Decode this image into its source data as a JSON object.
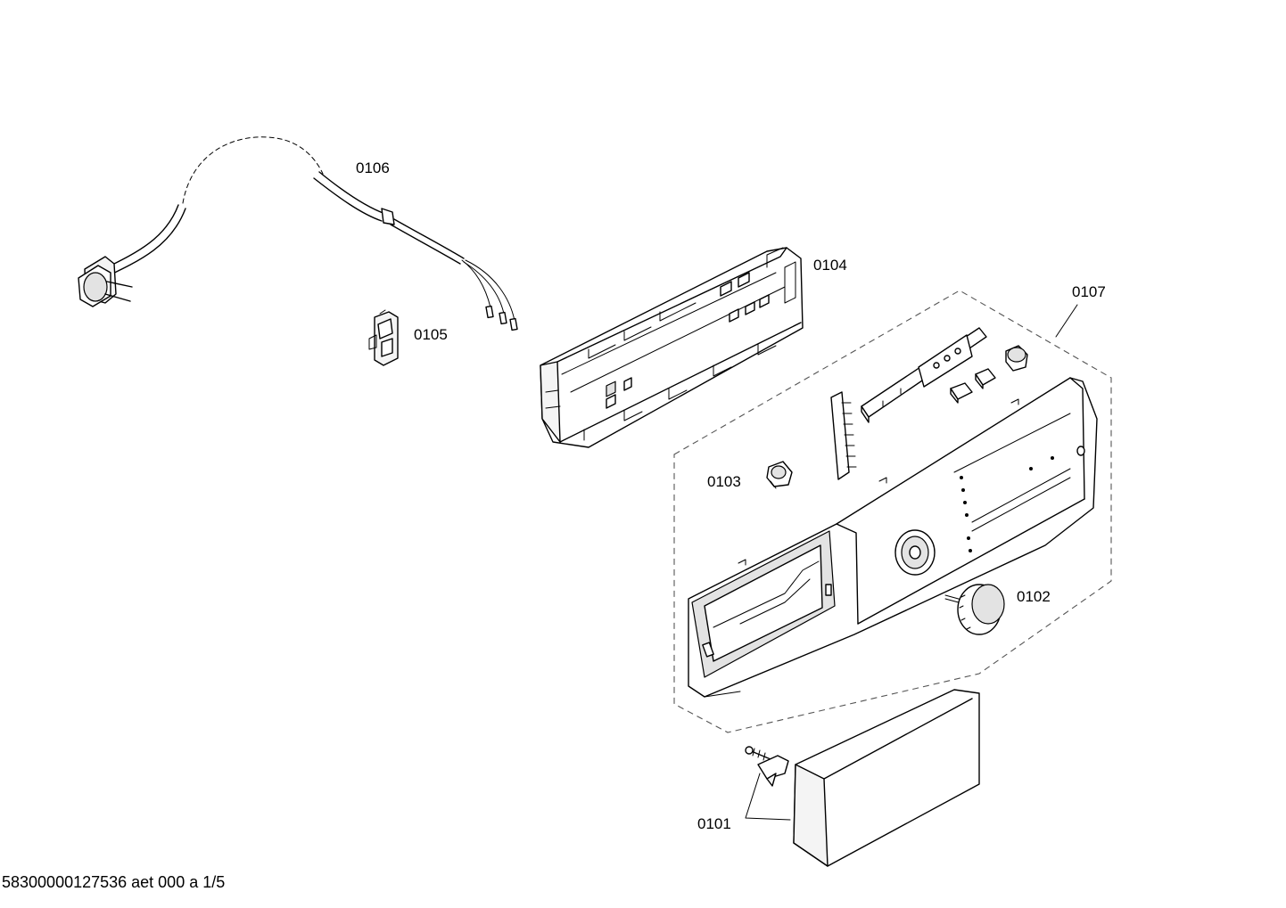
{
  "labels": {
    "p0101": "0101",
    "p0102": "0102",
    "p0103": "0103",
    "p0104": "0104",
    "p0105": "0105",
    "p0106": "0106",
    "p0107": "0107"
  },
  "footer": "58300000127536 aet 000 a 1/5"
}
